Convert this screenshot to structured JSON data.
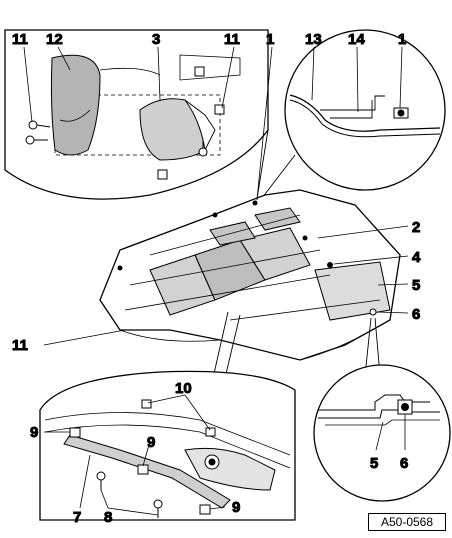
{
  "figure": {
    "reference_code": "A50-0568"
  },
  "callouts": {
    "top_left_11": "11",
    "top_12": "12",
    "top_3": "3",
    "top_right_11": "11",
    "top_1": "1",
    "top_13": "13",
    "top_14": "14",
    "top_right_1": "1",
    "right_2": "2",
    "right_4": "4",
    "right_5": "5",
    "right_6": "6",
    "left_11": "11",
    "detail_10": "10",
    "detail_9_left": "9",
    "detail_9_middle": "9",
    "detail_9_bottom": "9",
    "detail_7": "7",
    "detail_8": "8",
    "detail_5": "5",
    "detail_6": "6"
  }
}
